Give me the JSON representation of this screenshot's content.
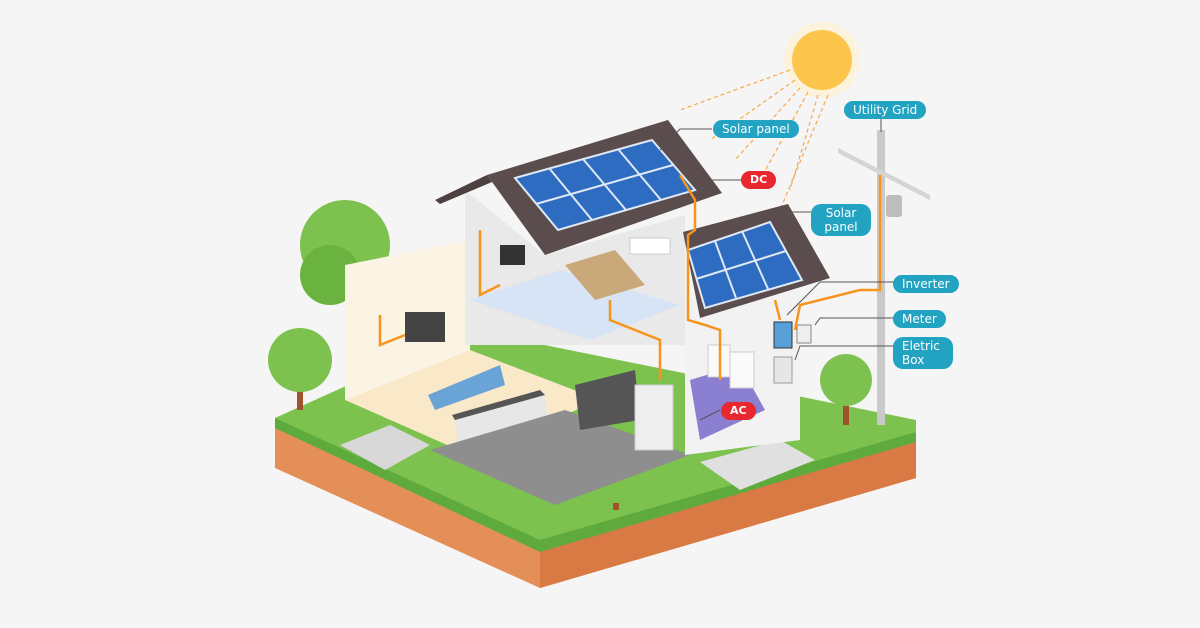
{
  "labels": {
    "utility_grid": "Utility Grid",
    "solar_panel_main": "Solar panel",
    "dc": "DC",
    "solar_panel_second": "Solar panel",
    "inverter": "Inverter",
    "meter": "Meter",
    "electric_box": "Eletric Box",
    "ac": "AC"
  },
  "colors": {
    "label": "#21a3c1",
    "current_label": "#e8272f",
    "wire": "#f7941d",
    "panel": "#2d6cc0",
    "roof": "#5b4d4d",
    "grass": "#7dc24f",
    "soil": "#e48e58",
    "sun": "#fbc64b"
  }
}
